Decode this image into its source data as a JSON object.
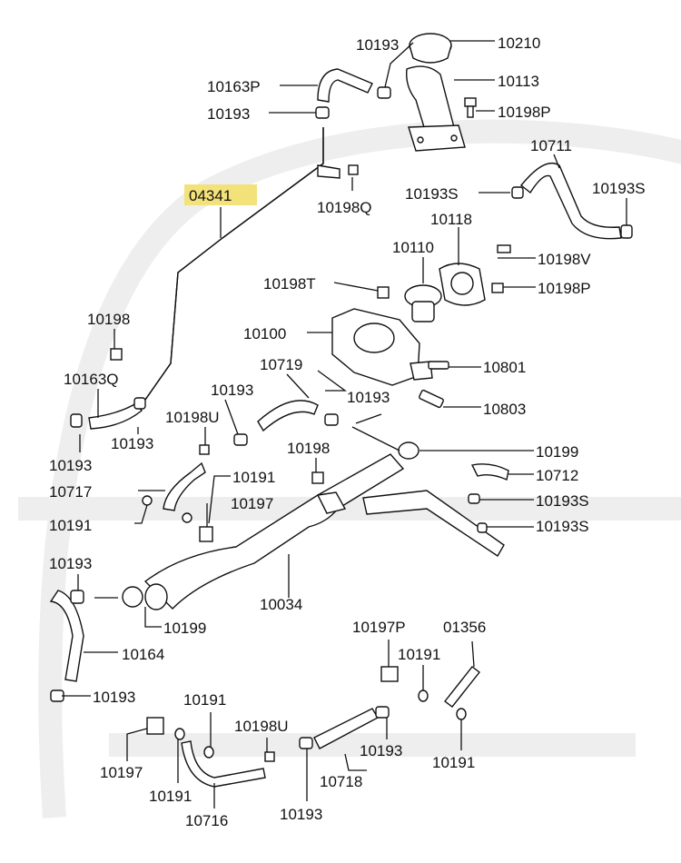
{
  "diagram": {
    "highlight_color": "#f3e27a",
    "labels": [
      {
        "id": "l-10193-a",
        "text": "10193"
      },
      {
        "id": "l-10210",
        "text": "10210"
      },
      {
        "id": "l-10163p",
        "text": "10163P"
      },
      {
        "id": "l-10113",
        "text": "10113"
      },
      {
        "id": "l-10193-b",
        "text": "10193"
      },
      {
        "id": "l-10198p-a",
        "text": "10198P"
      },
      {
        "id": "l-10711",
        "text": "10711"
      },
      {
        "id": "l-04341",
        "text": "04341"
      },
      {
        "id": "l-10193s-a",
        "text": "10193S"
      },
      {
        "id": "l-10193s-b",
        "text": "10193S"
      },
      {
        "id": "l-10198q",
        "text": "10198Q"
      },
      {
        "id": "l-10118",
        "text": "10118"
      },
      {
        "id": "l-10110",
        "text": "10110"
      },
      {
        "id": "l-10198v",
        "text": "10198V"
      },
      {
        "id": "l-10198t",
        "text": "10198T"
      },
      {
        "id": "l-10198p-b",
        "text": "10198P"
      },
      {
        "id": "l-10198-a",
        "text": "10198"
      },
      {
        "id": "l-10100",
        "text": "10100"
      },
      {
        "id": "l-10719",
        "text": "10719"
      },
      {
        "id": "l-10801",
        "text": "10801"
      },
      {
        "id": "l-10163q",
        "text": "10163Q"
      },
      {
        "id": "l-10193-c",
        "text": "10193"
      },
      {
        "id": "l-10193-d",
        "text": "10193"
      },
      {
        "id": "l-10803",
        "text": "10803"
      },
      {
        "id": "l-10198u-a",
        "text": "10198U"
      },
      {
        "id": "l-10193-e",
        "text": "10193"
      },
      {
        "id": "l-10193-f",
        "text": "10193"
      },
      {
        "id": "l-10198-b",
        "text": "10198"
      },
      {
        "id": "l-10199-a",
        "text": "10199"
      },
      {
        "id": "l-10191-a",
        "text": "10191"
      },
      {
        "id": "l-10712",
        "text": "10712"
      },
      {
        "id": "l-10717",
        "text": "10717"
      },
      {
        "id": "l-10197-a",
        "text": "10197"
      },
      {
        "id": "l-10193s-c",
        "text": "10193S"
      },
      {
        "id": "l-10191-b",
        "text": "10191"
      },
      {
        "id": "l-10193s-d",
        "text": "10193S"
      },
      {
        "id": "l-10193-g",
        "text": "10193"
      },
      {
        "id": "l-10034",
        "text": "10034"
      },
      {
        "id": "l-10199-b",
        "text": "10199"
      },
      {
        "id": "l-10197p",
        "text": "10197P"
      },
      {
        "id": "l-01356",
        "text": "01356"
      },
      {
        "id": "l-10164",
        "text": "10164"
      },
      {
        "id": "l-10191-c",
        "text": "10191"
      },
      {
        "id": "l-10193-h",
        "text": "10193"
      },
      {
        "id": "l-10191-d",
        "text": "10191"
      },
      {
        "id": "l-10198u-b",
        "text": "10198U"
      },
      {
        "id": "l-10193-i",
        "text": "10193"
      },
      {
        "id": "l-10197-b",
        "text": "10197"
      },
      {
        "id": "l-10191-e",
        "text": "10191"
      },
      {
        "id": "l-10718",
        "text": "10718"
      },
      {
        "id": "l-10191-f",
        "text": "10191"
      },
      {
        "id": "l-10716",
        "text": "10716"
      },
      {
        "id": "l-10193-j",
        "text": "10193"
      }
    ]
  }
}
